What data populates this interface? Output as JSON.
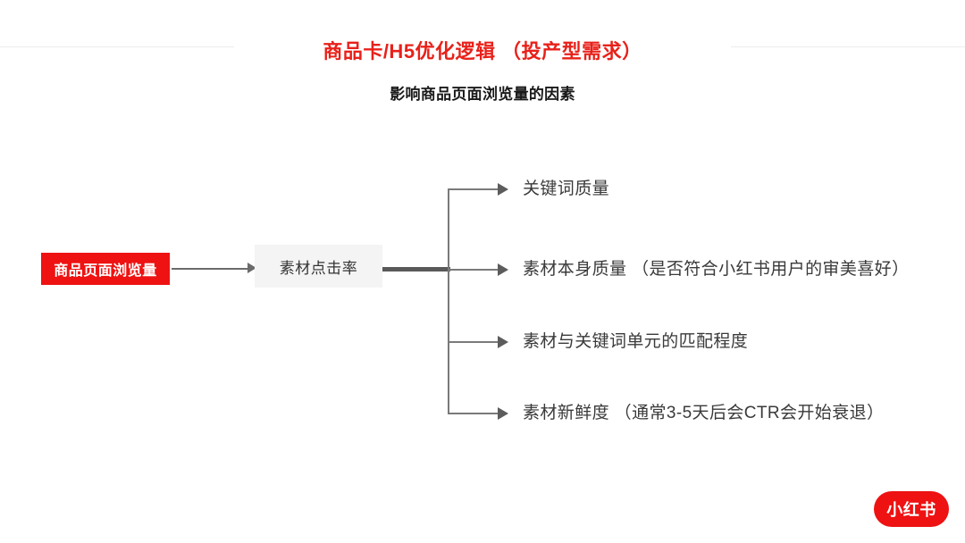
{
  "header": {
    "title": "商品卡/H5优化逻辑 （投产型需求）",
    "subtitle": "影响商品页面浏览量的因素",
    "title_color": "#e8211a",
    "subtitle_color": "#1a1a1a"
  },
  "diagram": {
    "root_node": {
      "label": "商品页面浏览量",
      "bg_color": "#ee1212",
      "text_color": "#ffffff"
    },
    "intermediate_node": {
      "label": "素材点击率",
      "bg_color": "#f4f4f4",
      "text_color": "#333333"
    },
    "branches": [
      {
        "label": "关键词质量"
      },
      {
        "label": "素材本身质量 （是否符合小红书用户的审美喜好）"
      },
      {
        "label": "素材与关键词单元的匹配程度"
      },
      {
        "label": "素材新鲜度 （通常3-5天后会CTR会开始衰退）"
      }
    ],
    "connector_color": "#7a7a7a",
    "thick_connector_color": "#595959"
  },
  "brand": {
    "logo_text": "小红书",
    "logo_color": "#ee1212"
  }
}
